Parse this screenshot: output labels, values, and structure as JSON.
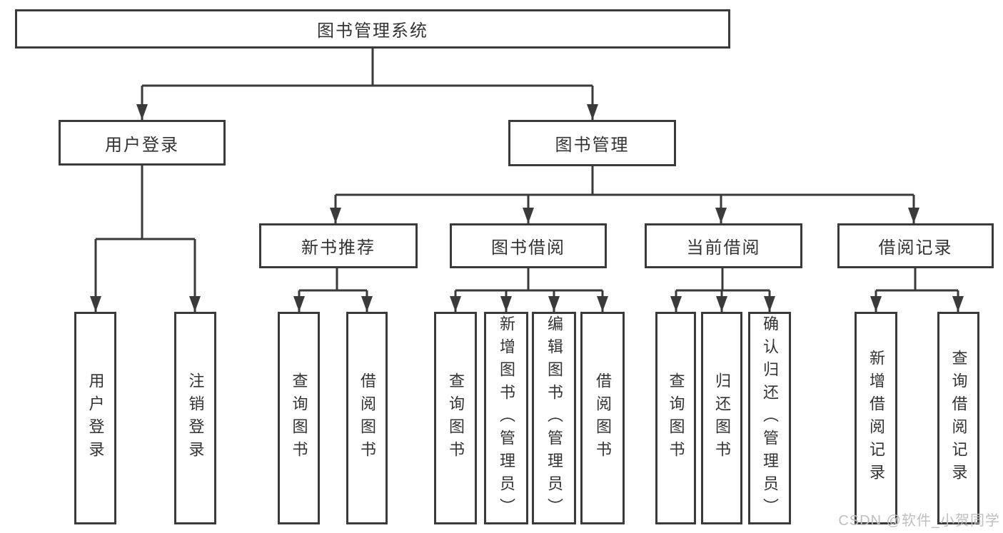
{
  "diagram": {
    "root": {
      "label": "图书管理系统"
    },
    "branches": [
      {
        "label": "用户登录",
        "children": [
          {
            "label": "用户登录"
          },
          {
            "label": "注销登录"
          }
        ]
      },
      {
        "label": "图书管理",
        "children": [
          {
            "label": "新书推荐",
            "children": [
              {
                "label": "查询图书"
              },
              {
                "label": "借阅图书"
              }
            ]
          },
          {
            "label": "图书借阅",
            "children": [
              {
                "label": "查询图书"
              },
              {
                "label": "新增图书（管理员）"
              },
              {
                "label": "编辑图书（管理员）"
              },
              {
                "label": "借阅图书"
              }
            ]
          },
          {
            "label": "当前借阅",
            "children": [
              {
                "label": "查询图书"
              },
              {
                "label": "归还图书"
              },
              {
                "label": "确认归还（管理员）"
              }
            ]
          },
          {
            "label": "借阅记录",
            "children": [
              {
                "label": "新增借阅记录"
              },
              {
                "label": "查询借阅记录"
              }
            ]
          }
        ]
      }
    ],
    "watermark": "CSDN @软件_小贺同学",
    "colors": {
      "line": "#3a3a3a",
      "text": "#333333",
      "watermark": "#bfbfbf",
      "background": "#ffffff"
    }
  }
}
